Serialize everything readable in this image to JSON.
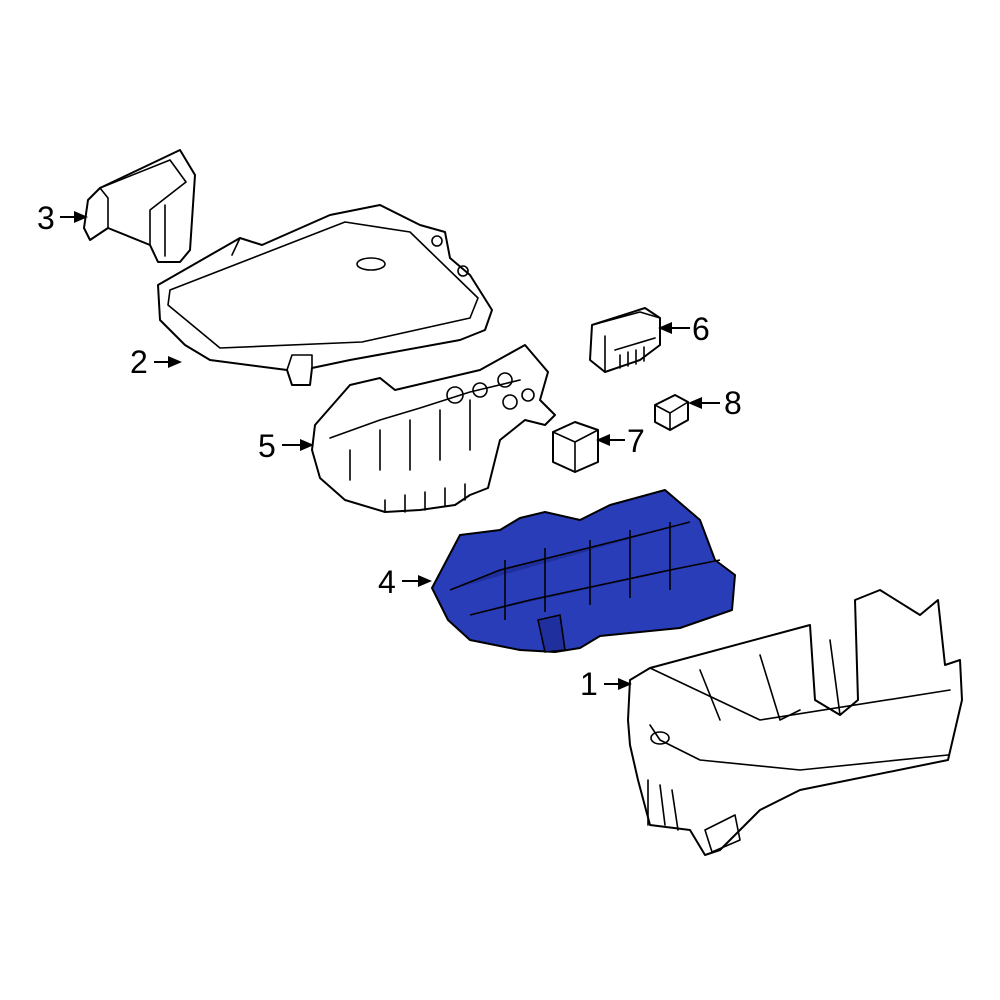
{
  "callouts": [
    {
      "id": "1",
      "label": "1"
    },
    {
      "id": "2",
      "label": "2"
    },
    {
      "id": "3",
      "label": "3"
    },
    {
      "id": "4",
      "label": "4"
    },
    {
      "id": "5",
      "label": "5"
    },
    {
      "id": "6",
      "label": "6"
    },
    {
      "id": "7",
      "label": "7"
    },
    {
      "id": "8",
      "label": "8"
    }
  ],
  "highlighted_part": "4",
  "colors": {
    "highlight": "#2a3db8",
    "outline": "#000000",
    "background": "#ffffff"
  }
}
